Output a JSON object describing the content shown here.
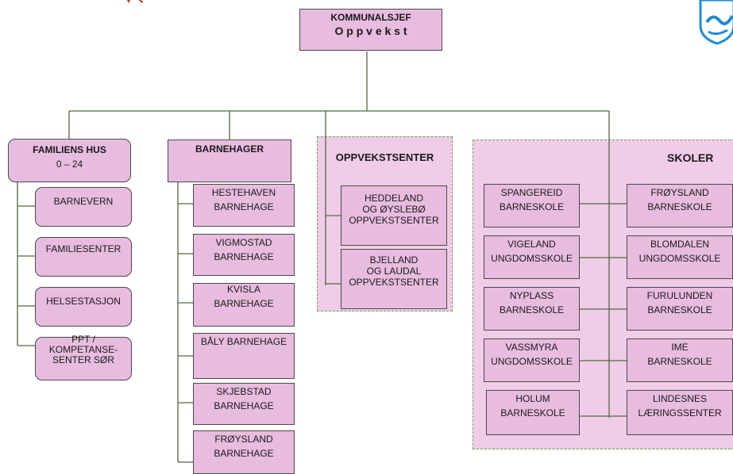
{
  "root": {
    "line1": "KOMMUNALSJEF",
    "line2": "O p p v e k s t"
  },
  "familiens_hus": {
    "title_line1": "FAMILIENS HUS",
    "title_line2": "0 – 24",
    "items": [
      {
        "line1": "BARNEVERN"
      },
      {
        "line1": "FAMILIESENTER"
      },
      {
        "line1": "HELSESTASJON"
      },
      {
        "line1": "PPT /",
        "line2": "KOMPETANSE-",
        "line3": "SENTER SØR"
      }
    ]
  },
  "barnehager": {
    "title": "BARNEHAGER",
    "items": [
      {
        "line1": "HESTEHAVEN",
        "line2": "BARNEHAGE"
      },
      {
        "line1": "VIGMOSTAD",
        "line2": "BARNEHAGE"
      },
      {
        "line1": "KVISLA",
        "line2": "BARNEHAGE"
      },
      {
        "line1": "BÅLY BARNEHAGE"
      },
      {
        "line1": "SKJEBSTAD",
        "line2": "BARNEHAGE"
      },
      {
        "line1": "FRØYSLAND",
        "line2": "BARNEHAGE"
      }
    ]
  },
  "oppvekstsenter": {
    "title": "OPPVEKSTSENTER",
    "items": [
      {
        "line1": "HEDDELAND",
        "line2": "OG  ØYSLEBØ",
        "line3": "OPPVEKSTSENTER"
      },
      {
        "line1": "BJELLAND",
        "line2": "OG  LAUDAL",
        "line3": "OPPVEKSTSENTER"
      }
    ]
  },
  "skoler": {
    "title": "SKOLER",
    "left": [
      {
        "line1": "SPANGEREID",
        "line2": "BARNESKOLE"
      },
      {
        "line1": "VIGELAND",
        "line2": "UNGDOMSSKOLE"
      },
      {
        "line1": "NYPLASS",
        "line2": "BARNESKOLE"
      },
      {
        "line1": "VASSMYRA",
        "line2": "UNGDOMSSKOLE"
      },
      {
        "line1": "HOLUM",
        "line2": "BARNESKOLE"
      }
    ],
    "right": [
      {
        "line1": "FRØYSLAND",
        "line2": "BARNESKOLE"
      },
      {
        "line1": "BLOMDALEN",
        "line2": "UNGDOMSSKOLE"
      },
      {
        "line1": "FURULUNDEN",
        "line2": "BARNESKOLE"
      },
      {
        "line1": "IME",
        "line2": "BARNESKOLE"
      },
      {
        "line1": "LINDESNES",
        "line2": "LÆRINGSSENTER"
      }
    ]
  },
  "colors": {
    "box_fill": "#e8bcdf",
    "group_fill": "#f0cce8",
    "connector": "#4f6b3a",
    "logo": "#1f8bd6"
  },
  "icons": {
    "logo": "municipal-crest-icon"
  }
}
